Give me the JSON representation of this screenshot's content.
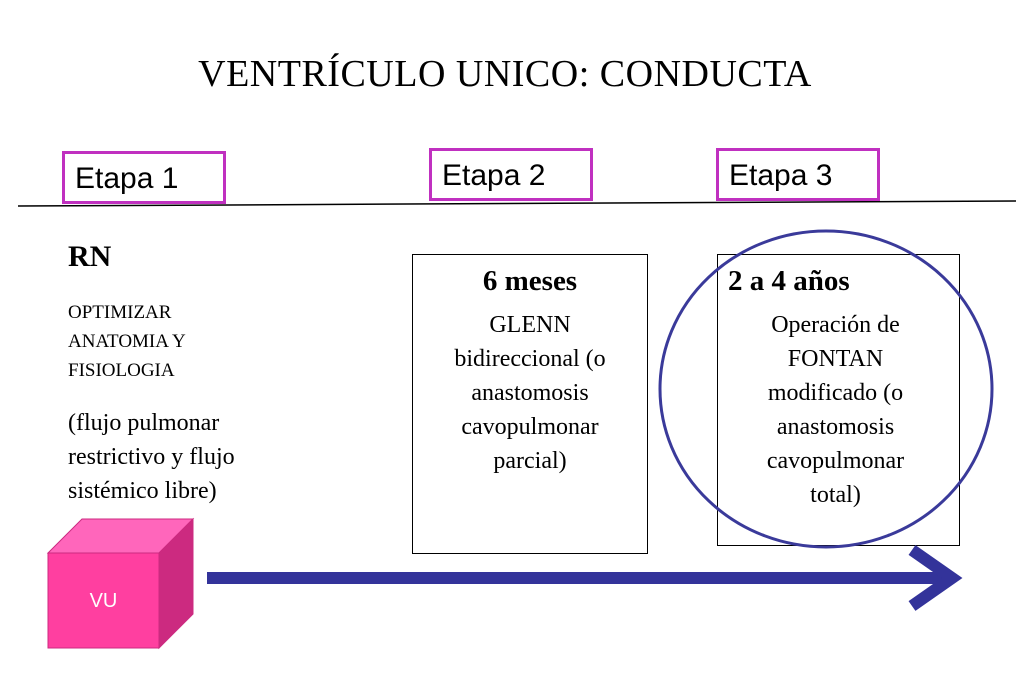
{
  "title": "VENTRÍCULO UNICO: CONDUCTA",
  "stages": [
    {
      "label": "Etapa 1"
    },
    {
      "label": "Etapa 2"
    },
    {
      "label": "Etapa 3"
    }
  ],
  "stage1": {
    "heading": "RN",
    "line1": "OPTIMIZAR",
    "line2": "ANATOMIA Y",
    "line3": "FISIOLOGIA",
    "note1": "(flujo pulmonar",
    "note2": "restrictivo y flujo",
    "note3": "sistémico libre)"
  },
  "stage2": {
    "heading": "6 meses",
    "lines": [
      "GLENN",
      "bidireccional (o",
      "anastomosis",
      "cavopulmonar",
      "parcial)"
    ]
  },
  "stage3": {
    "heading": "2 a 4 años",
    "lines": [
      "Operación de",
      "FONTAN",
      "modificado (o",
      "anastomosis",
      "cavopulmonar",
      "total)"
    ]
  },
  "cube": {
    "label": "VU"
  },
  "colors": {
    "stage_border": "#c030c0",
    "arrow": "#33339a",
    "circle": "#3a3a9a",
    "cube_front": "#ff3fa0",
    "cube_top": "#ff66bb",
    "cube_side": "#cc2a80"
  }
}
